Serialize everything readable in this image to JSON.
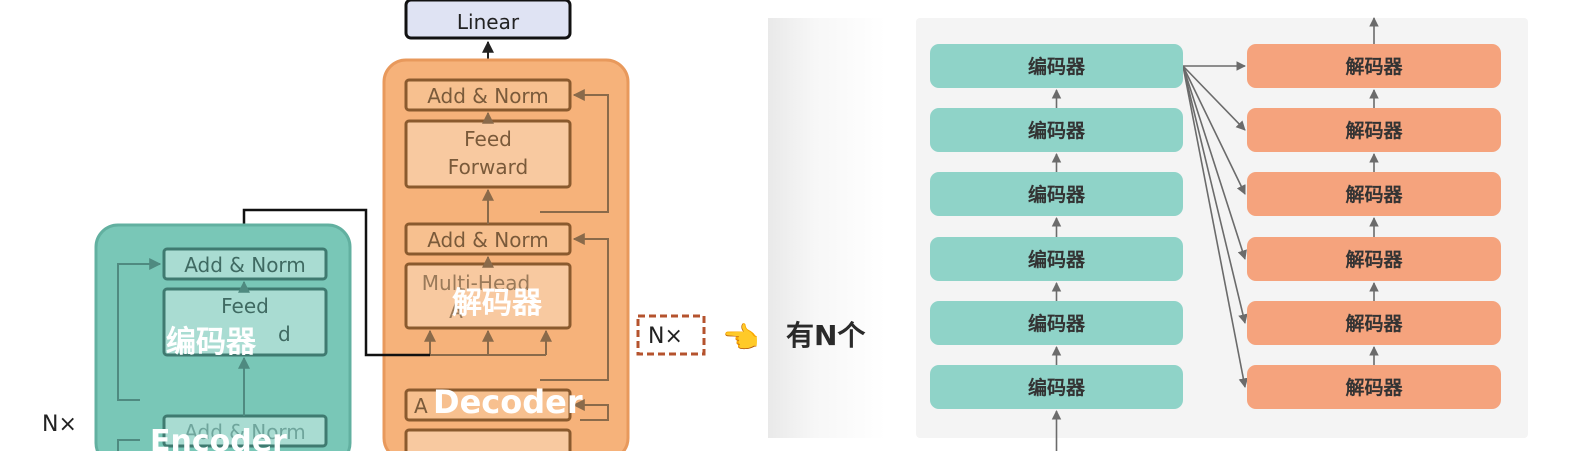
{
  "left_panel": {
    "linear_label": "Linear",
    "decoder_add_norm_top": "Add & Norm",
    "decoder_feed_forward_line1": "Feed",
    "decoder_feed_forward_line2": "Forward",
    "decoder_add_norm_mid": "Add & Norm",
    "decoder_multi_head_line1": "Multi-Head",
    "decoder_multi_head_line2": "A",
    "decoder_add_norm_bottom": "A",
    "decoder_overlay_cn": "解码器",
    "decoder_overlay_en": "Decoder",
    "encoder_add_norm_top": "Add & Norm",
    "encoder_feed_forward_line1": "Feed",
    "encoder_feed_forward_line2": "d",
    "encoder_add_norm_bottom": "Add & Norm",
    "encoder_overlay_cn": "编码器",
    "encoder_overlay_en": "Encoder",
    "encoder_nx": "N×",
    "decoder_nx": "N×",
    "pointer_emoji": "👈",
    "pointer_text": "有N个"
  },
  "right_panel": {
    "encoders": [
      "编码器",
      "编码器",
      "编码器",
      "编码器",
      "编码器",
      "编码器"
    ],
    "decoders": [
      "解码器",
      "解码器",
      "解码器",
      "解码器",
      "解码器",
      "解码器"
    ]
  },
  "colors": {
    "encoder_teal": "#8fd3c8",
    "decoder_orange": "#f5a37d",
    "encoder_block_bg": "#79c7b7",
    "decoder_block_bg": "#f6b27a",
    "arrow_gray": "#6b6b6b",
    "nx_dashed": "#b5532e"
  }
}
